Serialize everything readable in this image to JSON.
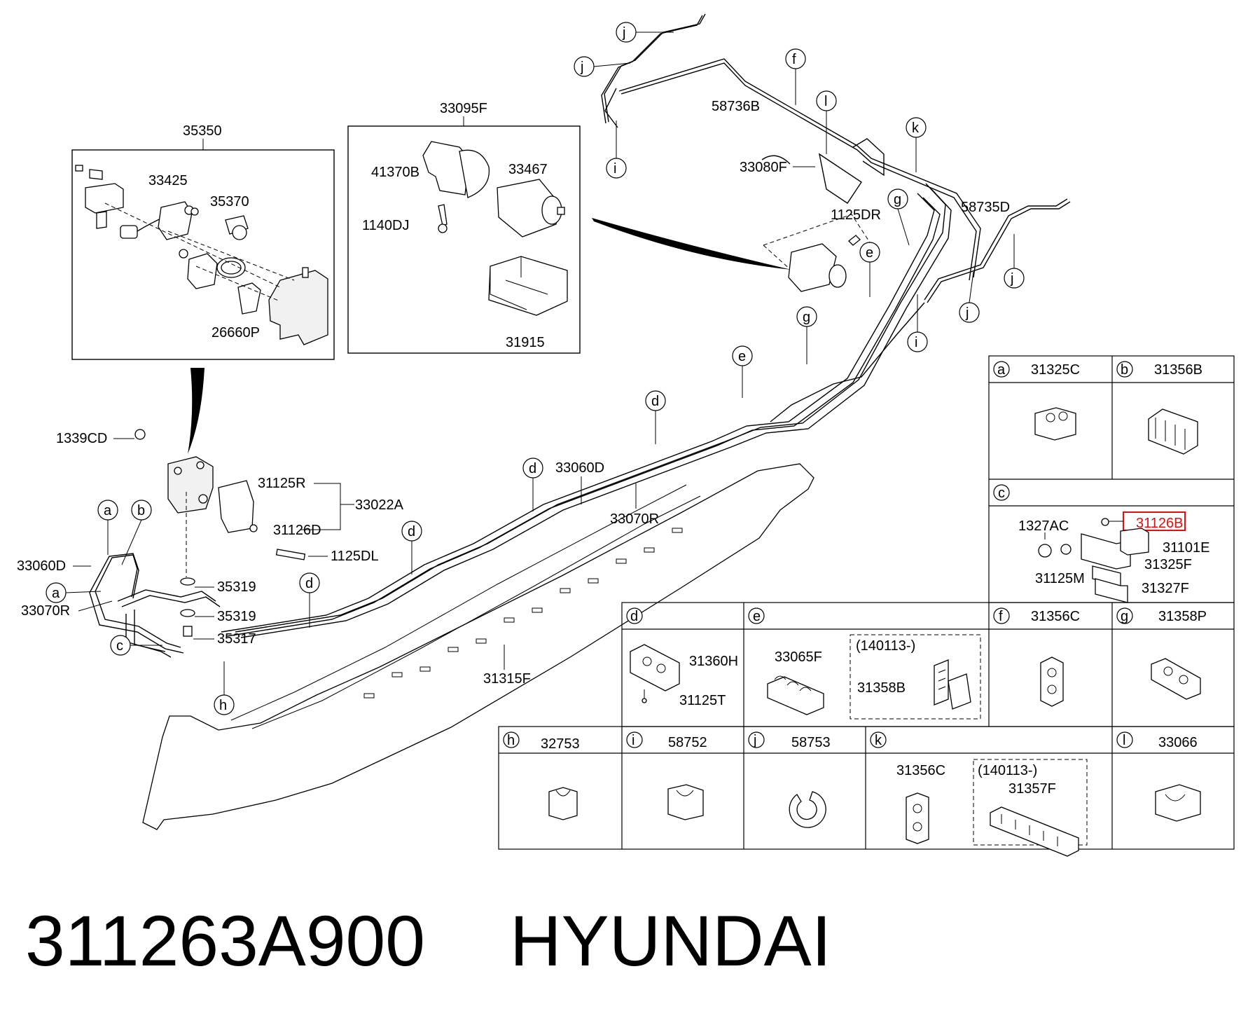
{
  "title": {
    "part_number": "311263A900",
    "brand": "HYUNDAI"
  },
  "highlight_color": "#e01010",
  "callouts": {
    "c1": "35350",
    "c2": "33425",
    "c3": "35370",
    "c4": "26660P",
    "c5": "33095F",
    "c6": "41370B",
    "c7": "33467",
    "c8": "1140DJ",
    "c9": "31915",
    "c10": "58736B",
    "c11": "33080F",
    "c12": "1125DR",
    "c13": "58735D",
    "c14": "1339CD",
    "c15": "31125R",
    "c16": "33022A",
    "c17": "31126D",
    "c18": "1125DL",
    "c19": "33060D",
    "c20": "33070R",
    "c21": "35319",
    "c22": "35319",
    "c23": "35317",
    "c24": "33060D",
    "c25": "33070R",
    "c26": "31315F"
  },
  "letters": {
    "j1": "j",
    "j2": "j",
    "i1": "i",
    "f": "f",
    "l": "l",
    "k": "k",
    "g1": "g",
    "e1": "e",
    "g2": "g",
    "e2": "e",
    "d1": "d",
    "d2": "d",
    "d3": "d",
    "d4": "d",
    "i2": "i",
    "j3": "j",
    "j4": "j",
    "a1": "a",
    "b1": "b",
    "a2": "a",
    "c1": "c",
    "h1": "h"
  },
  "table": {
    "a_letter": "a",
    "a_part": "31325C",
    "b_letter": "b",
    "b_part": "31356B",
    "c_letter": "c",
    "c_parts": {
      "p1": "1327AC",
      "p2": "31126B",
      "p3": "31101E",
      "p4": "31325F",
      "p5": "31125M",
      "p6": "31327F"
    },
    "d_letter": "d",
    "d_parts": {
      "p1": "31360H",
      "p2": "31125T"
    },
    "e_letter": "e",
    "e_parts": {
      "p1": "33065F",
      "p2": "(140113-)",
      "p3": "31358B"
    },
    "f_letter": "f",
    "f_part": "31356C",
    "g_letter": "g",
    "g_part": "31358P",
    "h_letter": "h",
    "h_part": "32753",
    "i_letter": "i",
    "i_part": "58752",
    "j_letter": "j",
    "j_part": "58753",
    "k_letter": "k",
    "k_parts": {
      "p1": "31356C",
      "p2": "(140113-)",
      "p3": "31357F"
    },
    "l_letter": "l",
    "l_part": "33066"
  }
}
